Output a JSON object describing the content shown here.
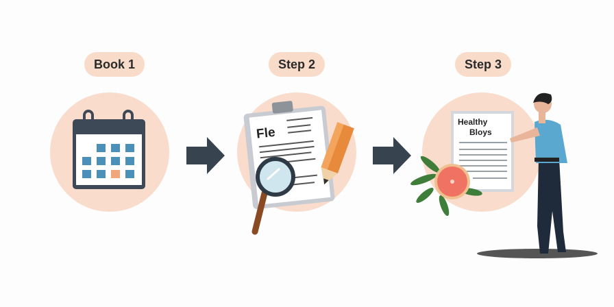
{
  "steps": [
    {
      "label": "Book 1",
      "icon": "calendar-icon"
    },
    {
      "label": "Step 2",
      "icon": "clipboard-magnifier-pencil-icon",
      "document_title": "Fle"
    },
    {
      "label": "Step 3",
      "icon": "blog-document-person-icon",
      "document_title_line1": "Healthy",
      "document_title_line2": "Bloys"
    }
  ],
  "colors": {
    "circle": "#f9dccb",
    "arrow": "#37434f",
    "pill": "#f8dcc9",
    "calendar_cell": "#4a90b8",
    "calendar_highlight": "#f0a77a"
  }
}
